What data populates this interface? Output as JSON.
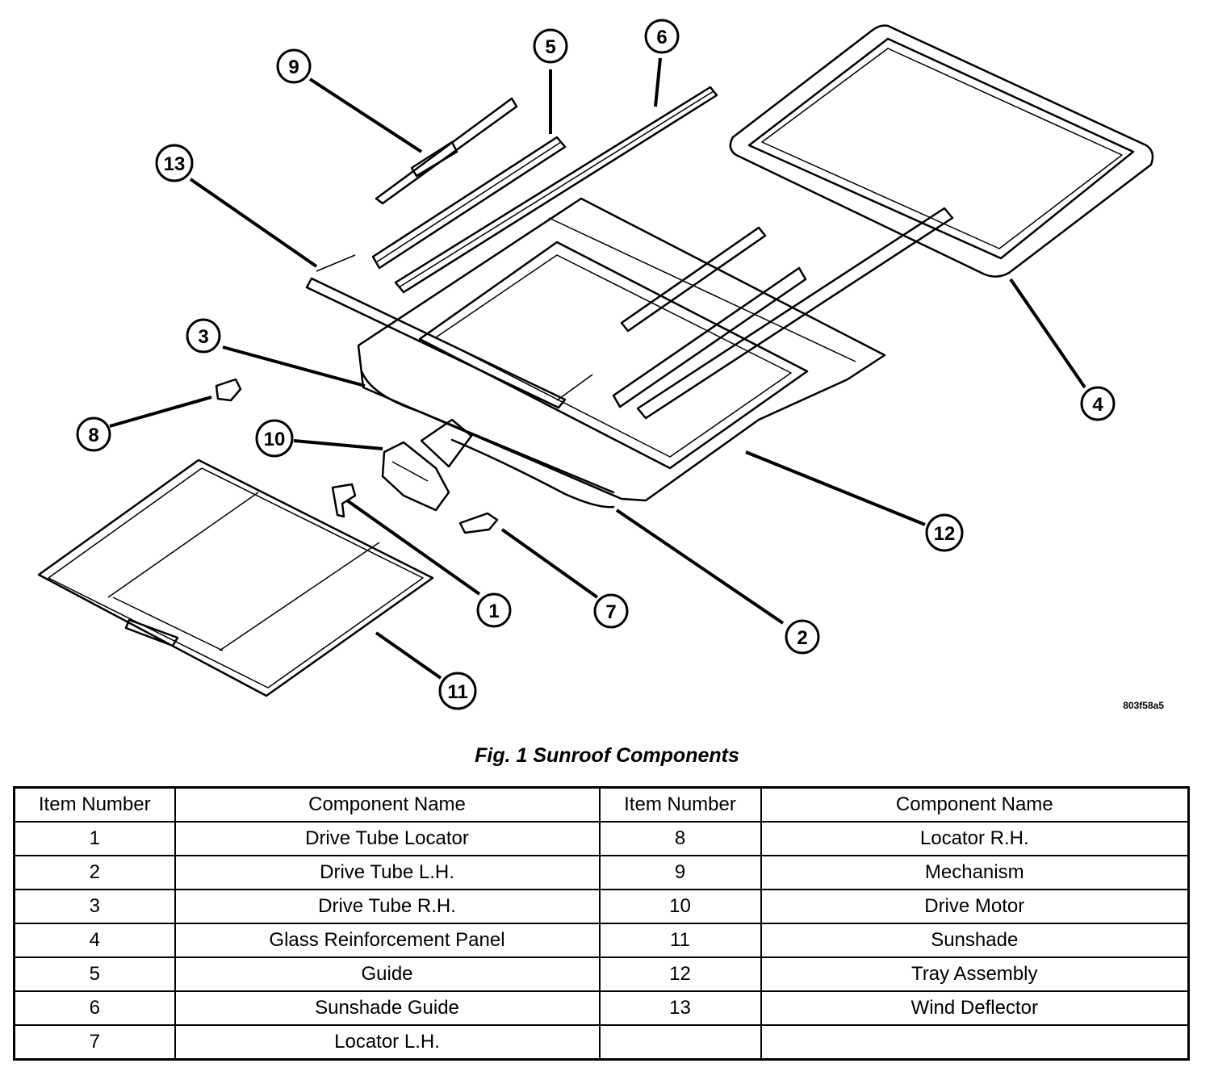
{
  "figure": {
    "caption": "Fig. 1 Sunroof Components",
    "reference_code": "803f58a5",
    "callouts": [
      "1",
      "2",
      "3",
      "4",
      "5",
      "6",
      "7",
      "8",
      "9",
      "10",
      "11",
      "12",
      "13"
    ]
  },
  "table": {
    "headers": [
      "Item Number",
      "Component Name",
      "Item Number",
      "Component Name"
    ],
    "rows": [
      [
        "1",
        "Drive Tube Locator",
        "8",
        "Locator R.H."
      ],
      [
        "2",
        "Drive Tube L.H.",
        "9",
        "Mechanism"
      ],
      [
        "3",
        "Drive Tube R.H.",
        "10",
        "Drive Motor"
      ],
      [
        "4",
        "Glass Reinforcement Panel",
        "11",
        "Sunshade"
      ],
      [
        "5",
        "Guide",
        "12",
        "Tray Assembly"
      ],
      [
        "6",
        "Sunshade Guide",
        "13",
        "Wind Deflector"
      ],
      [
        "7",
        "Locator L.H.",
        "",
        ""
      ]
    ]
  }
}
